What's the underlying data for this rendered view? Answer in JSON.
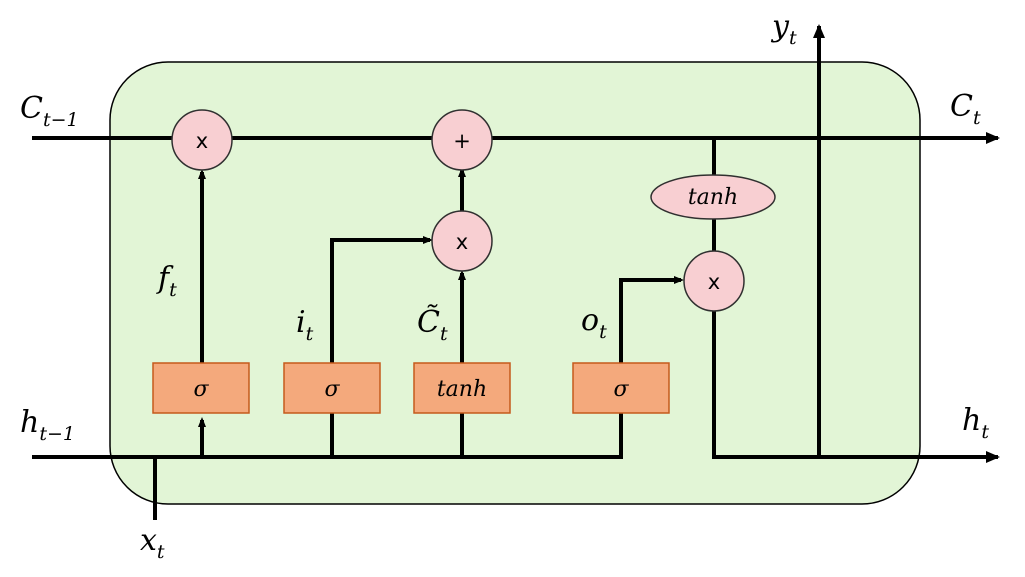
{
  "colors": {
    "cell_fill": "#e2f5d6",
    "cell_border": "#000000",
    "gate_fill": "#f4a97c",
    "gate_border": "#c55a1b",
    "op_fill": "#f8cfd2",
    "line": "#000000"
  },
  "inputs": {
    "cell_prev": {
      "base": "C",
      "sub": "t−1"
    },
    "hidden_prev": {
      "base": "h",
      "sub": "t−1"
    },
    "x": {
      "base": "x",
      "sub": "t"
    }
  },
  "outputs": {
    "cell": {
      "base": "C",
      "sub": "t"
    },
    "hidden": {
      "base": "h",
      "sub": "t"
    },
    "y": {
      "base": "y",
      "sub": "t"
    }
  },
  "gates": [
    {
      "id": "forget",
      "label": "σ"
    },
    {
      "id": "input",
      "label": "σ"
    },
    {
      "id": "candidate",
      "label": "tanh"
    },
    {
      "id": "output",
      "label": "σ"
    }
  ],
  "signals": {
    "f": {
      "base": "f",
      "sub": "t"
    },
    "i": {
      "base": "i",
      "sub": "t"
    },
    "c_tilde": {
      "base": "C̃",
      "sub": "t"
    },
    "o": {
      "base": "o",
      "sub": "t"
    }
  },
  "ops": {
    "forget_mul": "x",
    "add": "+",
    "input_mul": "x",
    "output_mul": "x"
  },
  "cell_tanh": "tanh"
}
